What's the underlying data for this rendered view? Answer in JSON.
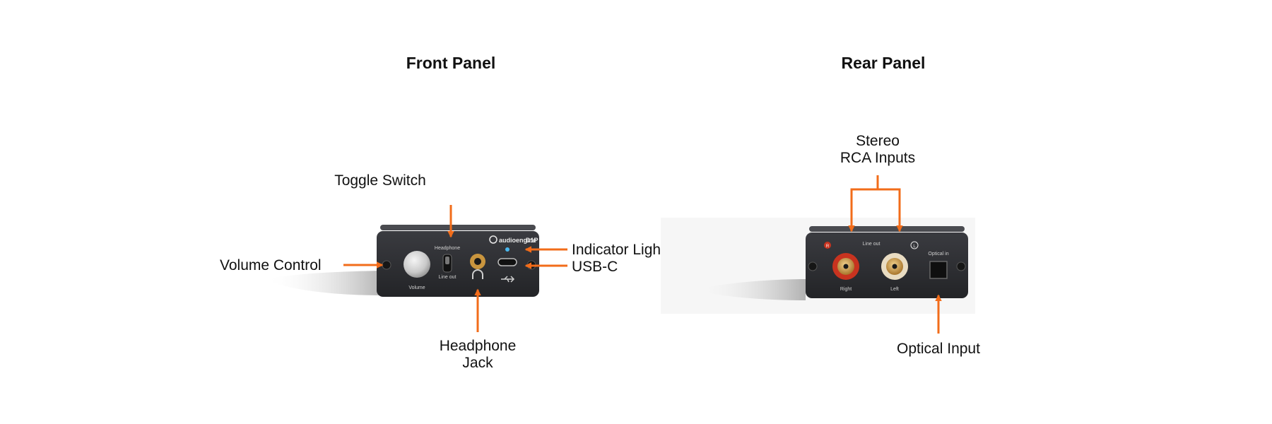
{
  "front_panel": {
    "title": "Front Panel",
    "device": {
      "brand": "audioengine",
      "model": "D1P",
      "headphone_label": "Headphone",
      "lineout_label": "Line out",
      "volume_label": "Volume"
    },
    "callouts": {
      "volume_control": "Volume Control",
      "toggle_switch": "Toggle Switch",
      "indicator_light": "Indicator Light",
      "usb_c": "USB-C",
      "headphone_jack_line1": "Headphone",
      "headphone_jack_line2": "Jack"
    }
  },
  "rear_panel": {
    "title": "Rear Panel",
    "device": {
      "lineout_label": "Line out",
      "right_label": "Right",
      "left_label": "Left",
      "optical_label": "Optical in",
      "right_marker": "R",
      "left_marker": "L"
    },
    "callouts": {
      "stereo_rca_line1": "Stereo",
      "stereo_rca_line2": "RCA Inputs",
      "optical_input": "Optical Input"
    }
  },
  "colors": {
    "accent_orange": "#f26c1a",
    "device_body": "#2e2f33",
    "indicator_blue": "#49b8ef",
    "rca_red": "#c8331f",
    "rca_gold": "#c9953e"
  }
}
